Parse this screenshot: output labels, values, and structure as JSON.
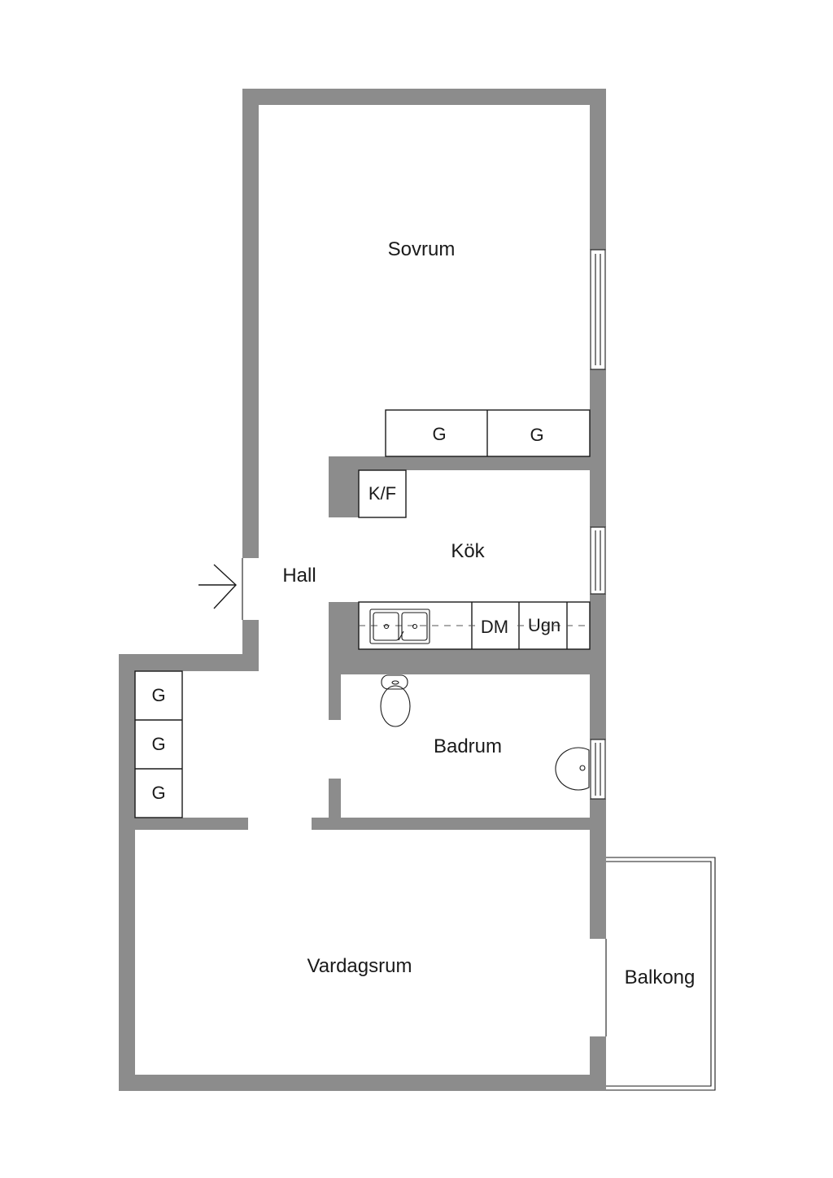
{
  "rooms": {
    "sovrum": "Sovrum",
    "hall": "Hall",
    "kok": "Kök",
    "badrum": "Badrum",
    "vardagsrum": "Vardagsrum",
    "balkong": "Balkong"
  },
  "fixtures": {
    "wardrobe": "G",
    "fridge_freezer": "K/F",
    "dishwasher": "DM",
    "oven": "Ugn"
  },
  "colors": {
    "wall": "#8c8c8c",
    "line": "#1a1a1a",
    "background": "#ffffff"
  }
}
